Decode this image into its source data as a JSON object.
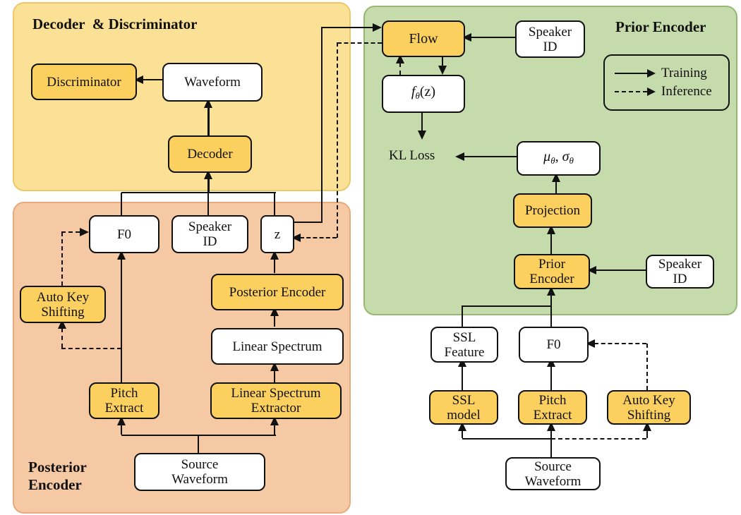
{
  "titles": {
    "decoder_discriminator": "Decoder  & Discriminator",
    "posterior_encoder": "Posterior\nEncoder",
    "prior_encoder": "Prior Encoder"
  },
  "legend": {
    "training": "Training",
    "inference": "Inference"
  },
  "nodes": {
    "discriminator": "Discriminator",
    "waveform": "Waveform",
    "decoder": "Decoder",
    "f0_left": "F0",
    "speaker_id_left": "Speaker\nID",
    "z": "z",
    "auto_key_shifting_left": "Auto Key\nShifting",
    "posterior_encoder": "Posterior Encoder",
    "linear_spectrum": "Linear Spectrum",
    "linear_spectrum_extractor": "Linear Spectrum\nExtractor",
    "pitch_extract_left": "Pitch\nExtract",
    "source_waveform_left": "Source\nWaveform",
    "flow": "Flow",
    "speaker_id_top": "Speaker\nID",
    "projection": "Projection",
    "prior_encoder": "Prior\nEncoder",
    "speaker_id_right": "Speaker\nID",
    "ssl_feature": "SSL\nFeature",
    "f0_right": "F0",
    "ssl_model": "SSL\nmodel",
    "pitch_extract_right": "Pitch\nExtract",
    "auto_key_shifting_right": "Auto Key\nShifting",
    "source_waveform_right": "Source\nWaveform"
  },
  "labels": {
    "kl_loss": "KL Loss"
  },
  "math": {
    "f": "f",
    "f_sub": "θ",
    "f_args": "(z)",
    "mu": "μ",
    "mu_sub": "θ",
    "comma": ", ",
    "sigma": "σ",
    "sigma_sub": "θ"
  },
  "colors": {
    "panel_yellow": "#FBE196",
    "panel_orange": "#F6C9A5",
    "panel_green": "#C5DBAC",
    "node_yellow": "#FBD05E",
    "node_white": "#FFFFFF",
    "line": "#111111"
  }
}
